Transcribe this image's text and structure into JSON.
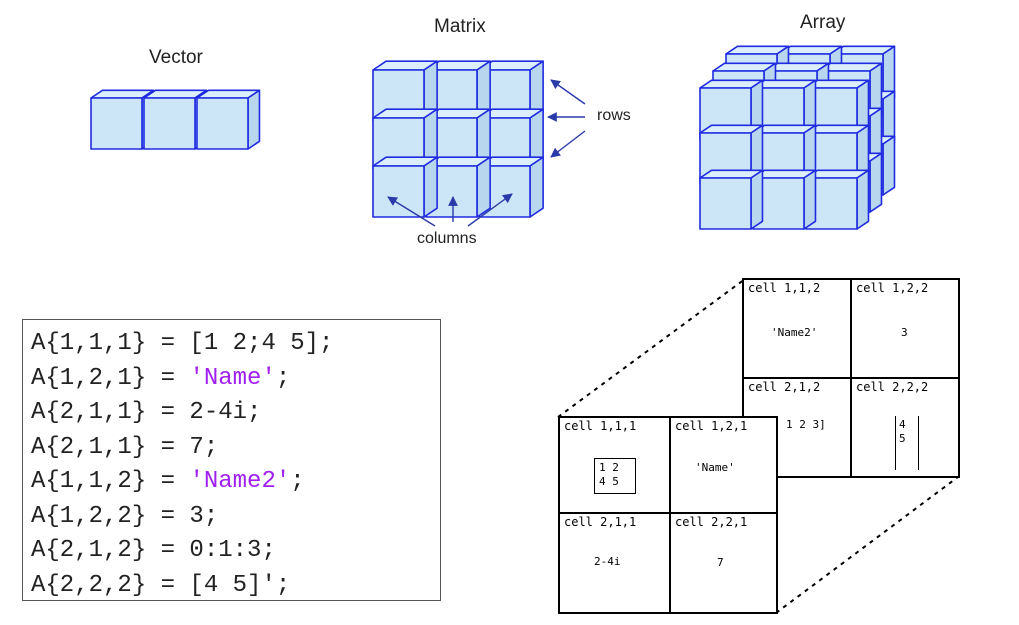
{
  "headings": {
    "vector": "Vector",
    "matrix": "Matrix",
    "array": "Array"
  },
  "annotations": {
    "rows": "rows",
    "columns": "columns"
  },
  "colors": {
    "cube_face": "#cde6f7",
    "cube_edge": "#1f2be0",
    "string": "#a020f0"
  },
  "code": [
    {
      "pre": "A{1,1,1} = [1 2;4 5];",
      "str": "",
      "post": ""
    },
    {
      "pre": "A{1,2,1} = ",
      "str": "'Name'",
      "post": ";"
    },
    {
      "pre": "A{2,1,1} = 2-4i;",
      "str": "",
      "post": ""
    },
    {
      "pre": "A{2,1,1} = 7;",
      "str": "",
      "post": ""
    },
    {
      "pre": "A{1,1,2} = ",
      "str": "'Name2'",
      "post": ";"
    },
    {
      "pre": "A{1,2,2} = 3;",
      "str": "",
      "post": ""
    },
    {
      "pre": "A{2,1,2} = 0:1:3;",
      "str": "",
      "post": ""
    },
    {
      "pre": "A{2,2,2} = [4 5]';",
      "str": "",
      "post": ""
    }
  ],
  "cell_array": {
    "back": [
      {
        "label": "cell 1,1,2",
        "value": "'Name2'"
      },
      {
        "label": "cell 1,2,2",
        "value": "3"
      },
      {
        "label": "cell 2,1,2",
        "value": "1 2 3]"
      },
      {
        "label": "cell 2,2,2",
        "matrix": [
          "4",
          "5"
        ]
      }
    ],
    "front": [
      {
        "label": "cell 1,1,1",
        "matrix": [
          "1  2",
          "4  5"
        ]
      },
      {
        "label": "cell 1,2,1",
        "value": "'Name'"
      },
      {
        "label": "cell 2,1,1",
        "value": "2-4i"
      },
      {
        "label": "cell 2,2,1",
        "value": "7"
      }
    ]
  }
}
